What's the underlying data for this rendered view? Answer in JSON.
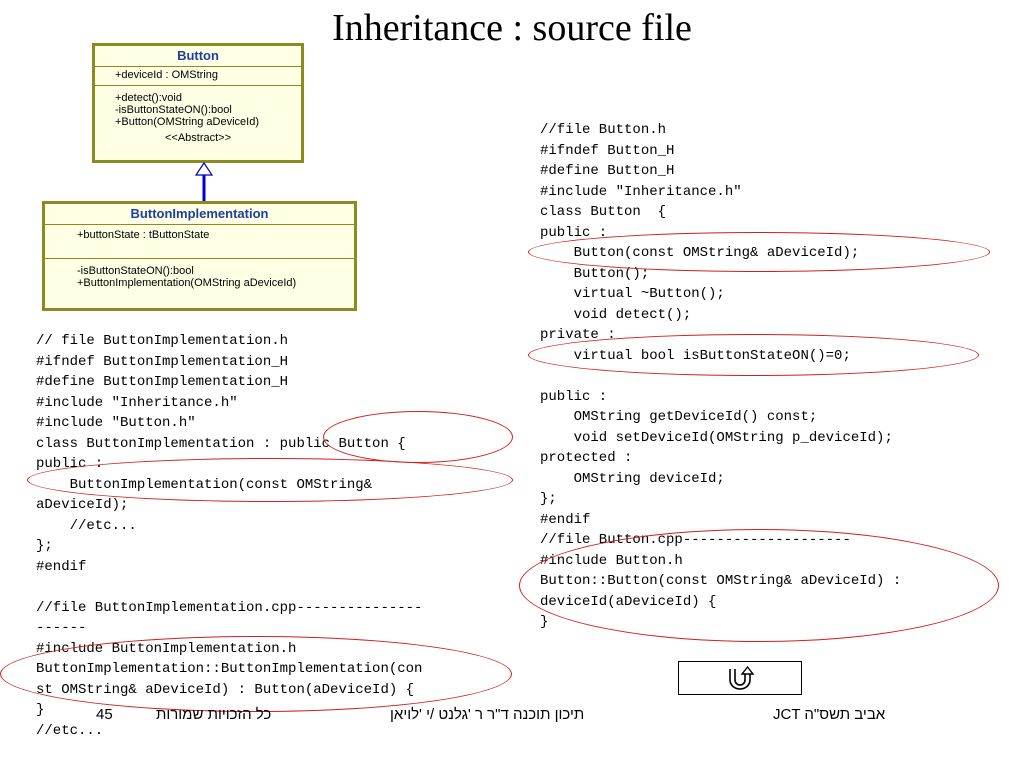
{
  "slide": {
    "title": "Inheritance : source file"
  },
  "uml": {
    "button": {
      "name": "Button",
      "attributes": [
        "+deviceId : OMString"
      ],
      "operations": [
        "+detect():void",
        "-isButtonStateON():bool",
        "+Button(OMString aDeviceId)"
      ],
      "stereotype": "<<Abstract>>"
    },
    "impl": {
      "name": "ButtonImplementation",
      "attributes": [
        "+buttonState : tButtonState"
      ],
      "operations": [
        "-isButtonStateON():bool",
        "+ButtonImplementation(OMString aDeviceId)"
      ]
    }
  },
  "code_left": [
    "// file ButtonImplementation.h",
    "#ifndef ButtonImplementation_H",
    "#define ButtonImplementation_H",
    "#include \"Inheritance.h\"",
    "#include \"Button.h\"",
    "class ButtonImplementation : public Button {",
    "public :",
    "    ButtonImplementation(const OMString&",
    "aDeviceId);",
    "    //etc...",
    "};",
    "#endif",
    "",
    "//file ButtonImplementation.cpp---------------",
    "------",
    "#include ButtonImplementation.h",
    "ButtonImplementation::ButtonImplementation(con",
    "st OMString& aDeviceId) : Button(aDeviceId) {",
    "}",
    "//etc..."
  ],
  "code_right": [
    "//file Button.h",
    "#ifndef Button_H",
    "#define Button_H",
    "#include \"Inheritance.h\"",
    "class Button  {",
    "public :",
    "    Button(const OMString& aDeviceId);",
    "    Button();",
    "    virtual ~Button();",
    "    void detect();",
    "private :",
    "    virtual bool isButtonStateON()=0;",
    "",
    "public :",
    "    OMString getDeviceId() const;",
    "    void setDeviceId(OMString p_deviceId);",
    "protected :",
    "    OMString deviceId;",
    "};",
    "#endif",
    "//file Button.cpp--------------------",
    "#include Button.h",
    "Button::Button(const OMString& aDeviceId) :",
    "deviceId(aDeviceId) {",
    "}"
  ],
  "footer": {
    "page_number": "45",
    "rights": "כל הזכויות שמורות",
    "course": "תיכון תוכנה ד\"ר ר 'גלנט  /י 'לויאן",
    "org": "JCT אביב תשס\"ה"
  },
  "colors": {
    "uml_border": "#8b8b1f",
    "uml_fill": "#ffffe6",
    "uml_title": "#1f3f9e",
    "inheritance_arrow": "#0000cc",
    "highlight_ellipse": "#d21e1e"
  },
  "icons": {
    "nav_button": "return-arrow-icon"
  }
}
